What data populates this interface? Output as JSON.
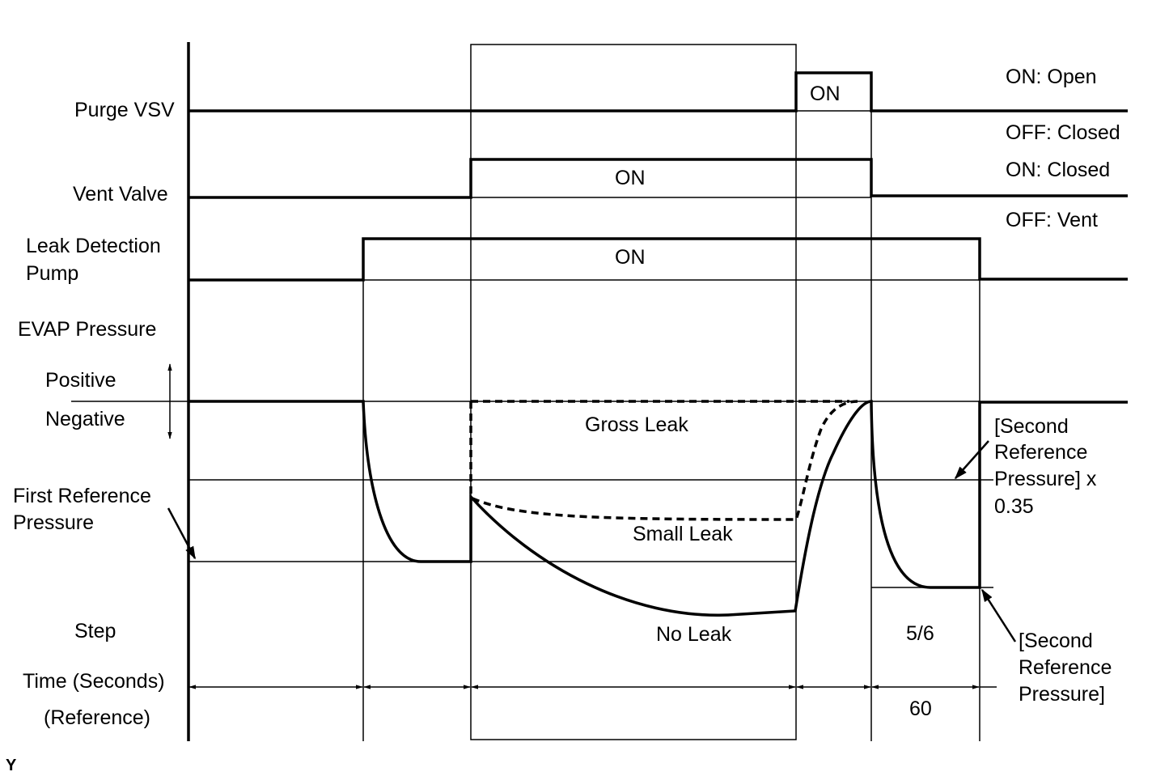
{
  "signals": {
    "purge_vsv": "Purge VSV",
    "vent_valve": "Vent Valve",
    "leak_pump_line1": "Leak Detection",
    "leak_pump_line2": "Pump",
    "evap_pressure": "EVAP Pressure",
    "positive": "Positive",
    "negative": "Negative",
    "first_ref_line1": "First Reference",
    "first_ref_line2": "Pressure",
    "step": "Step",
    "time_line1": "Time (Seconds)",
    "time_line2": "(Reference)"
  },
  "states": {
    "purge_on": "ON",
    "vent_on": "ON",
    "pump_on": "ON",
    "purge_on_desc": "ON: Open",
    "purge_off_desc": "OFF: Closed",
    "vent_on_desc": "ON: Closed",
    "vent_off_desc": "OFF: Vent"
  },
  "curves": {
    "gross_leak": "Gross Leak",
    "small_leak": "Small Leak",
    "no_leak": "No Leak"
  },
  "references": {
    "second_ref_x035_line1": "[Second",
    "second_ref_x035_line2": "Reference",
    "second_ref_x035_line3": "Pressure] x",
    "second_ref_x035_line4": "0.35",
    "second_ref_line1": "[Second",
    "second_ref_line2": "Reference",
    "second_ref_line3": "Pressure]"
  },
  "step_values": {
    "step_5_6": "5/6",
    "time_60": "60"
  },
  "figure_code": "Y"
}
